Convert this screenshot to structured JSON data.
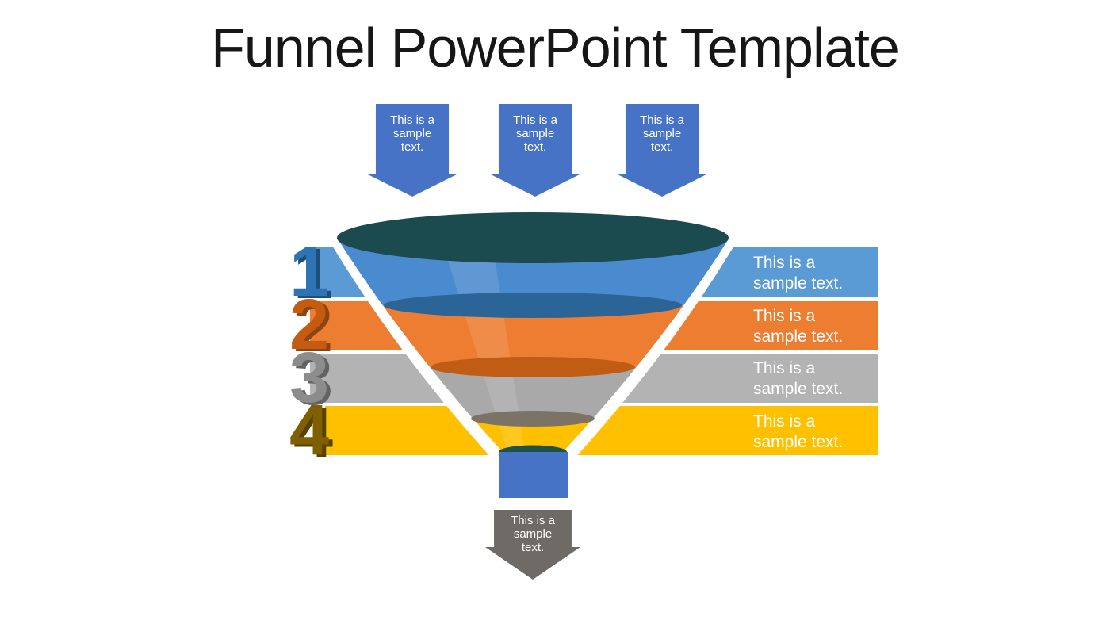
{
  "title": "Funnel PowerPoint Template",
  "top_arrows": [
    {
      "label": "This is a sample text.",
      "color": "#4673c5"
    },
    {
      "label": "This is a sample text.",
      "color": "#4673c5"
    },
    {
      "label": "This is a sample text.",
      "color": "#4673c5"
    }
  ],
  "stages": [
    {
      "number": "1",
      "label": "This is a sample text.",
      "bar_color": "#5b9bd5",
      "wall_color": "#4a8ace",
      "rim_color": "#2b6496",
      "number_color": "#2e74b5",
      "number_shadow_color": "#1f4e79"
    },
    {
      "number": "2",
      "label": "This is a sample text.",
      "bar_color": "#ed7d31",
      "wall_color": "#ed7d31",
      "rim_color": "#c05c13",
      "number_color": "#c55a11",
      "number_shadow_color": "#8c4510"
    },
    {
      "number": "3",
      "label": "This is a sample text.",
      "bar_color": "#b3b3b3",
      "wall_color": "#a9a9a9",
      "rim_color": "#7b7366",
      "number_color": "#8c8c8c",
      "number_shadow_color": "#636363"
    },
    {
      "number": "4",
      "label": "This is a sample text.",
      "bar_color": "#ffc000",
      "wall_color": "#ffc000",
      "rim_color": "#1d5244",
      "number_color": "#7f6000",
      "number_shadow_color": "#564200"
    }
  ],
  "funnel": {
    "top_rim_color": "#1c4b4f",
    "spout_color": "#4673c5"
  },
  "bottom_arrow": {
    "label": "This is a sample text.",
    "color": "#6e6a66"
  }
}
